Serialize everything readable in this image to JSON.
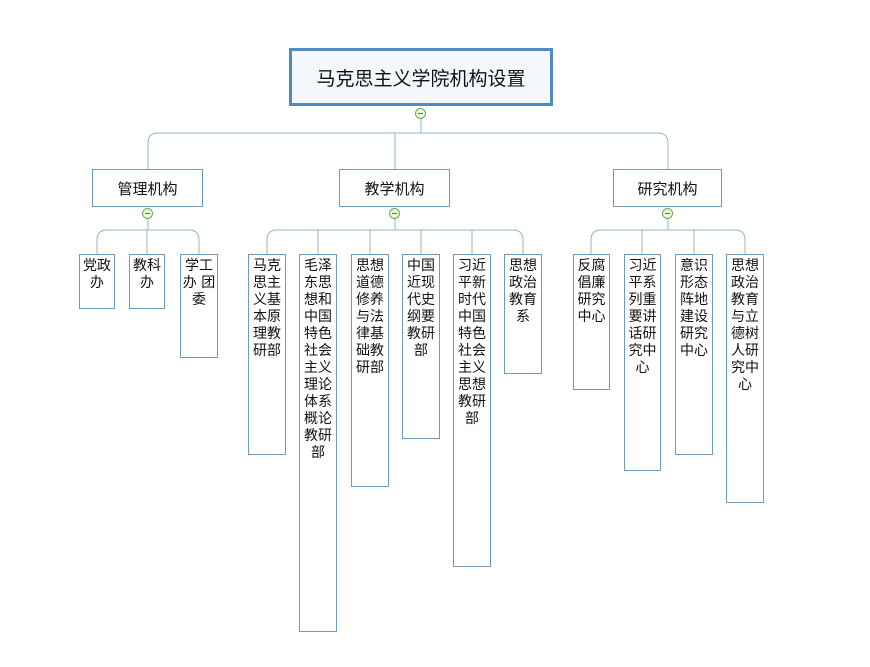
{
  "title": "马克思主义学院机构设置",
  "branches": [
    {
      "label": "管理机构",
      "items": [
        "党政办",
        "教科办",
        "学工办 团委"
      ]
    },
    {
      "label": "教学机构",
      "items": [
        "马克思主义基本原理教研部",
        "毛泽东思想和中国特色社会主义理论体系概论教研部",
        "思想道德修养与法律基础教研部",
        "中国近现代史纲要教研部",
        "习近平新时代中国特色社会主义思想教研部",
        "思想政治教育系"
      ]
    },
    {
      "label": "研究机构",
      "items": [
        "反腐倡廉研究中心",
        "习近平系列重要讲话研究中心",
        "意识形态阵地建设研究中心",
        "思想政治教育与立德树人研究中心"
      ]
    }
  ]
}
